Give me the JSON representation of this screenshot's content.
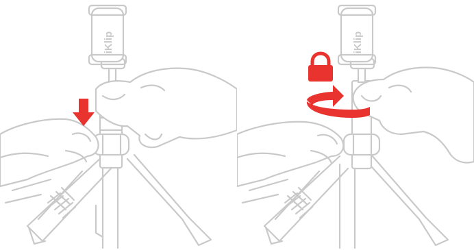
{
  "steps": [
    {
      "brand_text": "iKlip",
      "indicator": "push-down-arrow"
    },
    {
      "brand_text": "iKlip",
      "indicator": "lock-and-rotate"
    }
  ],
  "colors": {
    "line_art": "#c9c9c9",
    "accent": "#e8332f"
  }
}
